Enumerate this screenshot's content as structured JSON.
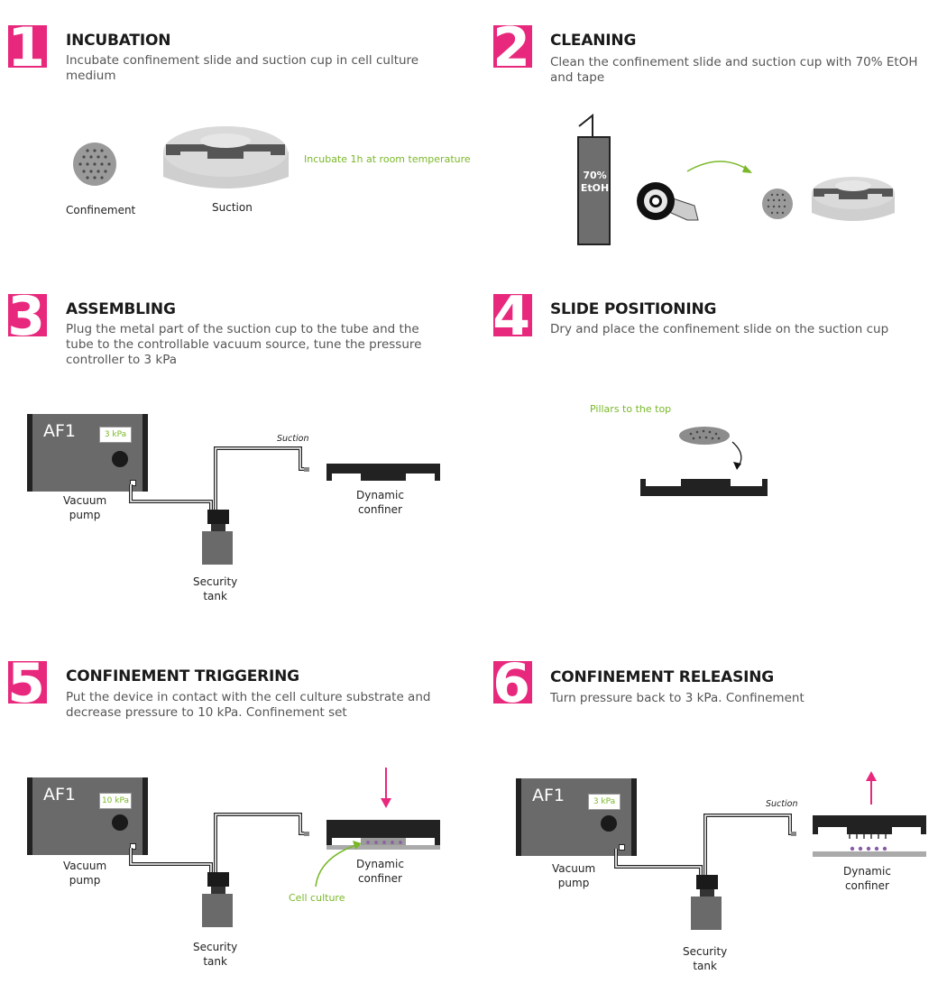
{
  "colors": {
    "accent": "#e8287d",
    "label_green": "#7ab829",
    "device_dark": "#222222",
    "pump_gray": "#6a6a6a"
  },
  "steps": [
    {
      "number": "1",
      "title": "INCUBATION",
      "description": "Incubate confinement slide and suction cup in cell culture medium"
    },
    {
      "number": "2",
      "title": "CLEANING",
      "description": "Clean the confinement slide and suction cup with 70% EtOH and tape"
    },
    {
      "number": "3",
      "title": "ASSEMBLING",
      "description": "Plug the metal part of the suction cup to the tube and the tube to the controllable vacuum source, tune the pressure controller to 3 kPa"
    },
    {
      "number": "4",
      "title": "SLIDE POSITIONING",
      "description": "Dry and place the confinement slide on the suction cup"
    },
    {
      "number": "5",
      "title": "CONFINEMENT TRIGGERING",
      "description": "Put the device in contact with the cell culture substrate and decrease pressure to 10 kPa. Confinement set"
    },
    {
      "number": "6",
      "title": "CONFINEMENT RELEASING",
      "description": "Turn pressure back to 3 kPa. Confinement"
    }
  ],
  "step1": {
    "confinement_label": "Confinement",
    "suction_label": "Suction",
    "note": "Incubate 1h at room temperature"
  },
  "step2": {
    "bottle_line1": "70%",
    "bottle_line2": "EtOH"
  },
  "step3": {
    "pump_name": "AF1",
    "pressure": "3 kPa",
    "pump_label_1": "Vacuum",
    "pump_label_2": "pump",
    "tank_label_1": "Security",
    "tank_label_2": "tank",
    "tube_label": "Suction",
    "confiner_label_1": "Dynamic",
    "confiner_label_2": "confiner"
  },
  "step4": {
    "note": "Pillars to the top"
  },
  "step5": {
    "pump_name": "AF1",
    "pressure": "10 kPa",
    "pump_label_1": "Vacuum",
    "pump_label_2": "pump",
    "tank_label_1": "Security",
    "tank_label_2": "tank",
    "confiner_label_1": "Dynamic",
    "confiner_label_2": "confiner",
    "cell_label": "Cell culture"
  },
  "step6": {
    "pump_name": "AF1",
    "pressure": "3 kPa",
    "pump_label_1": "Vacuum",
    "pump_label_2": "pump",
    "tank_label_1": "Security",
    "tank_label_2": "tank",
    "tube_label": "Suction",
    "confiner_label_1": "Dynamic",
    "confiner_label_2": "confiner"
  }
}
